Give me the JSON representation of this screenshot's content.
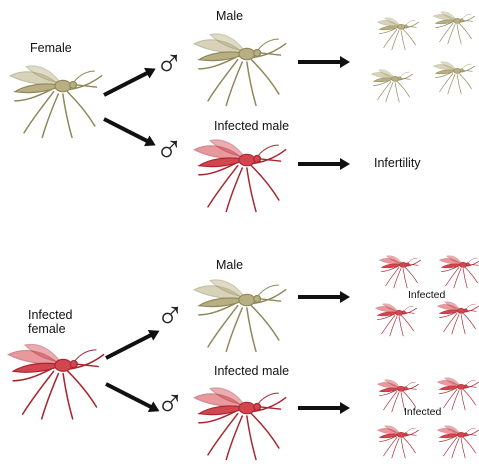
{
  "colors": {
    "normal": "#b7ae82",
    "normal_dark": "#8f8759",
    "infected": "#d4464f",
    "infected_dark": "#a8262f",
    "arrow": "#111111"
  },
  "symbols": {
    "male": "♂"
  },
  "top": {
    "female_label": "Female",
    "male_label": "Male",
    "infected_male_label": "Infected male",
    "outcome_label": "Infertility"
  },
  "bottom": {
    "female_label": "Infected\nfemale",
    "male_label": "Male",
    "infected_male_label": "Infected male",
    "offspring_label_1": "Infected",
    "offspring_label_2": "Infected"
  },
  "icons": {
    "mosquito": "mosquito-icon",
    "male_symbol": "male-symbol-icon",
    "arrow": "arrow-icon"
  }
}
